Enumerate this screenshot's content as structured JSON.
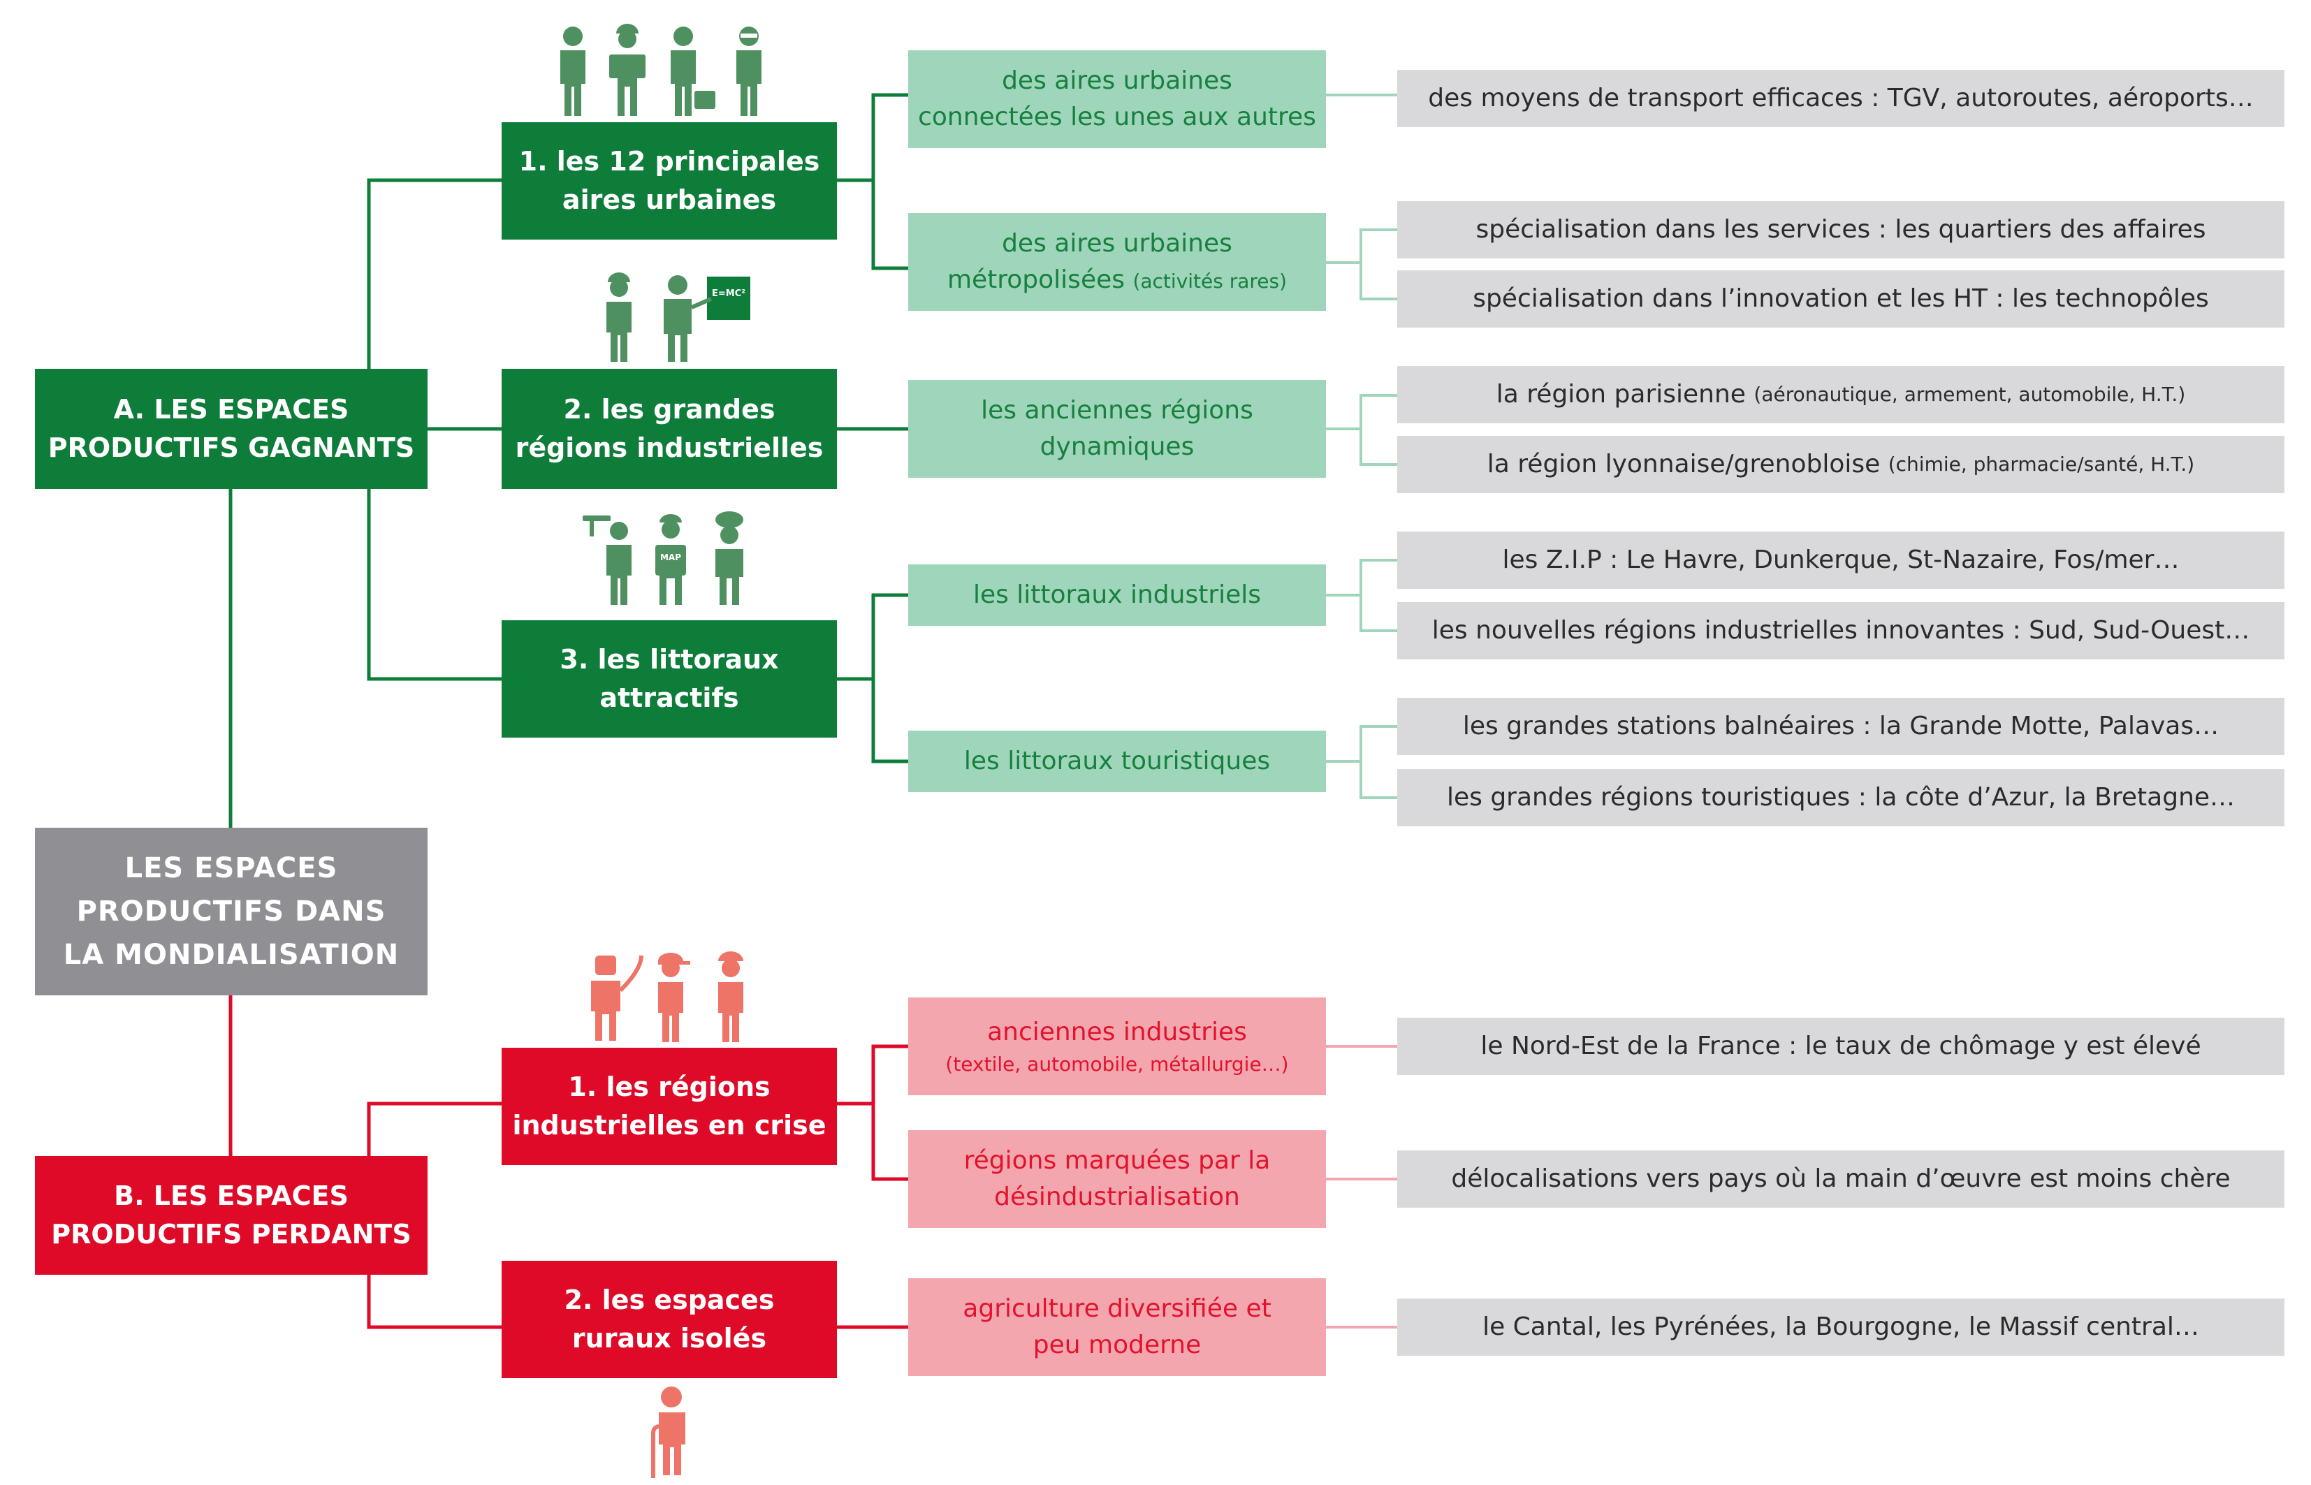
{
  "colors": {
    "green_dark": "#0e7d3a",
    "green_light": "#9fd6bb",
    "red_dark": "#df0a27",
    "red_light": "#f4a6ae",
    "center_grey": "#8f8f94",
    "leaf_grey": "#d9d9dc"
  },
  "center": {
    "l1": "LES ESPACES",
    "l2": "PRODUCTIFS DANS",
    "l3": "LA MONDIALISATION"
  },
  "gagnants": {
    "title": {
      "l1": "A. LES ESPACES",
      "l2": "PRODUCTIFS GAGNANTS"
    },
    "aires": {
      "label": {
        "l1": "1. les 12 principales",
        "l2": "aires urbaines"
      },
      "icons": [
        "worker-icon",
        "engineer-icon",
        "businessman-icon",
        "manager-icon"
      ],
      "connectees": {
        "l1": "des aires urbaines",
        "l2": "connectées les unes aux autres",
        "leaf": "des moyens de transport efficaces : TGV, autoroutes, aéroports…"
      },
      "metropolisees": {
        "l1": "des aires urbaines",
        "l2": "métropolisées",
        "note": "(activités rares)",
        "leaf1": "spécialisation dans les services : les quartiers des affaires",
        "leaf2": "spécialisation dans l’innovation et les HT : les technopôles"
      }
    },
    "regions": {
      "label": {
        "l1": "2. les grandes",
        "l2": "régions industrielles"
      },
      "icons": [
        "mechanic-icon",
        "scientist-icon"
      ],
      "board_text": "E=MC²",
      "anciennes": {
        "l1": "les anciennes régions",
        "l2": "dynamiques",
        "leaf1_main": "la région parisienne",
        "leaf1_note": "(aéronautique, armement, automobile, H.T.)",
        "leaf2_main": "la région lyonnaise/grenobloise",
        "leaf2_note": "(chimie, pharmacie/santé, H.T.)"
      }
    },
    "littoraux": {
      "label": {
        "l1": "3. les littoraux",
        "l2": "attractifs"
      },
      "icons": [
        "waiter-icon",
        "tourist-icon",
        "chef-icon"
      ],
      "map_text": "MAP",
      "industriels": {
        "label": "les littoraux industriels",
        "leaf1": "les Z.I.P : Le Havre, Dunkerque, St-Nazaire, Fos/mer…",
        "leaf2": "les nouvelles régions industrielles innovantes : Sud, Sud-Ouest…"
      },
      "touristiques": {
        "label": "les littoraux touristiques",
        "leaf1": "les grandes stations balnéaires : la Grande Motte, Palavas…",
        "leaf2": "les grandes régions touristiques : la côte d’Azur, la Bretagne…"
      }
    }
  },
  "perdants": {
    "title": {
      "l1": "B. LES ESPACES",
      "l2": "PRODUCTIFS PERDANTS"
    },
    "crise": {
      "label": {
        "l1": "1. les régions",
        "l2": "industrielles en crise"
      },
      "icons": [
        "welder-icon",
        "worker-cap-icon",
        "worker-helmet-icon"
      ],
      "anciennes": {
        "l1": "anciennes industries",
        "note": "(textile, automobile, métallurgie…)",
        "leaf": "le Nord-Est de la France : le taux de chômage y est élevé"
      },
      "desind": {
        "l1": "régions marquées par la",
        "l2": "désindustrialisation",
        "leaf": "délocalisations vers pays où la main d’œuvre est moins chère"
      }
    },
    "ruraux": {
      "label": {
        "l1": "2. les espaces",
        "l2": "ruraux isolés"
      },
      "icons": [
        "elderly-person-icon"
      ],
      "agri": {
        "l1": "agriculture diversifiée et",
        "l2": "peu moderne",
        "leaf": "le Cantal, les Pyrénées, la Bourgogne, le Massif central…"
      }
    }
  }
}
